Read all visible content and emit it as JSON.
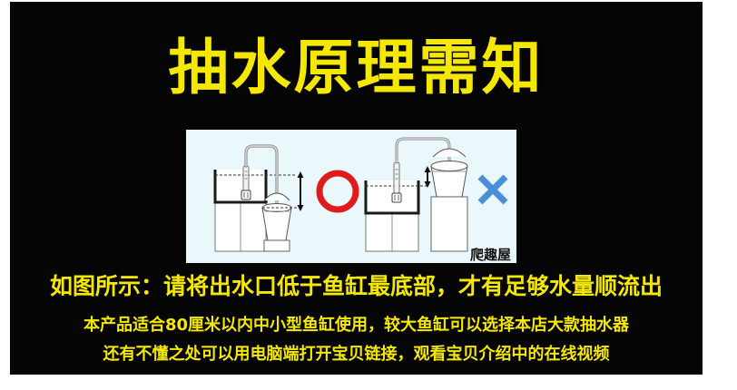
{
  "poster": {
    "background_color": "#050505",
    "text_color": "#f5e800",
    "title": "抽水原理需知",
    "captions": {
      "line1": "如图所示：请将出水口低于鱼缸最底部，才有足够水量顺流出",
      "line2": "本产品适合80厘米以内中小型鱼缸使用，较大鱼缸可以选择本店大款抽水器",
      "line3": "还有不懂之处可以用电脑端打开宝贝链接，观看宝贝介绍中的在线视频"
    }
  },
  "diagram": {
    "background_color": "#eaf7fb",
    "watermark": "爬趣屋",
    "line_color": "#3a3a3a",
    "correct_mark": {
      "symbol": "O",
      "color": "#e01b1b",
      "meaning": "correct"
    },
    "wrong_mark": {
      "symbol": "X",
      "color": "#4a90d9",
      "meaning": "incorrect"
    },
    "left_scene": {
      "label": "correct-setup",
      "tank": "aquarium-on-cabinet",
      "bucket": "bucket-on-low-stand",
      "drop_height": "large"
    },
    "right_scene": {
      "label": "incorrect-setup",
      "tank": "aquarium-on-cabinet",
      "bucket": "bucket-on-tall-stand",
      "drop_height": "small"
    }
  }
}
